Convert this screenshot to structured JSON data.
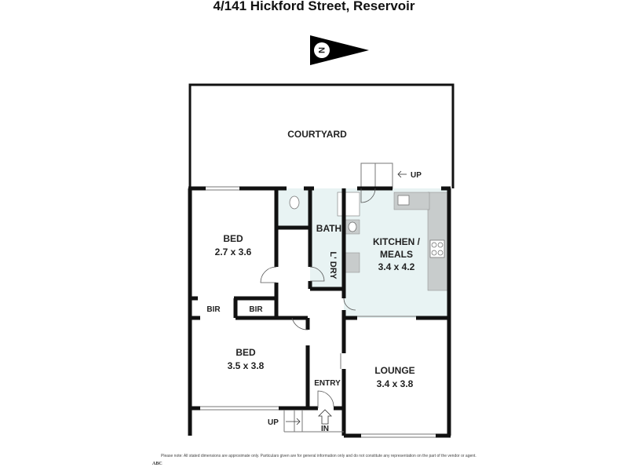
{
  "title": "4/141 Hickford Street, Reservoir",
  "compass": {
    "letter": "N",
    "icon": "north-arrow-icon"
  },
  "rooms": {
    "courtyard": {
      "name": "COURTYARD"
    },
    "bed1": {
      "name": "BED",
      "size": "2.7 x 3.6"
    },
    "bed2": {
      "name": "BED",
      "size": "3.5 x 3.8"
    },
    "bir1": {
      "name": "BIR"
    },
    "bir2": {
      "name": "BIR"
    },
    "bath": {
      "name": "BATH"
    },
    "laundry": {
      "name": "L' DRY"
    },
    "kitchen": {
      "name": "KITCHEN /",
      "name2": "MEALS",
      "size": "3.4 x 4.2"
    },
    "lounge": {
      "name": "LOUNGE",
      "size": "3.4 x 3.8"
    },
    "entry": {
      "name": "ENTRY"
    }
  },
  "markers": {
    "up_back": "UP",
    "up_front": "UP",
    "in": "IN"
  },
  "colors": {
    "wet_area": "#e8f3f3",
    "bench": "#c8cccc",
    "wall": "#111111"
  },
  "footer": {
    "note": "Please note: All stated dimensions are approximate only. Particulars given are for general information only and do not constitute any representation on the part of the vendor or agent.",
    "logo": "ABC"
  }
}
